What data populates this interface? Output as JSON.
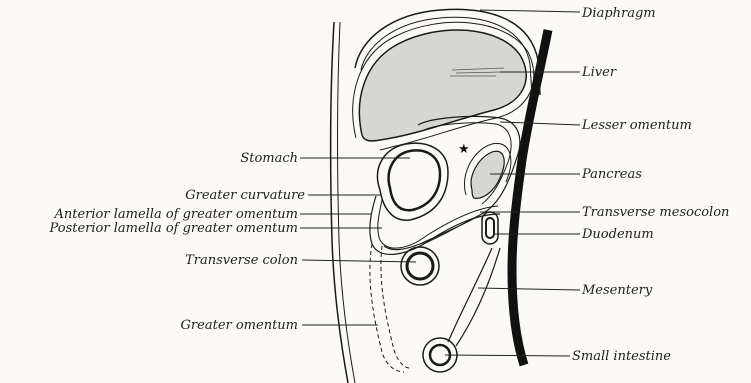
{
  "labels": {
    "diaphragm": "Diaphragm",
    "liver": "Liver",
    "lesser_omentum": "Lesser omentum",
    "stomach": "Stomach",
    "pancreas": "Pancreas",
    "greater_curvature": "Greater curvature",
    "anterior_lamella": "Anterior lamella of greater omentum",
    "transverse_mesocolon": "Transverse mesocolon",
    "posterior_lamella": "Posterior lamella of greater omentum",
    "duodenum": "Duodenum",
    "transverse_colon": "Transverse colon",
    "mesentery": "Mesentery",
    "greater_omentum": "Greater omentum",
    "small_intestine": "Small intestine"
  },
  "marker": "★",
  "colors": {
    "ink": "#1a1a1a",
    "organ_fill": "#d7d7d2",
    "background": "#fbfaf5"
  }
}
